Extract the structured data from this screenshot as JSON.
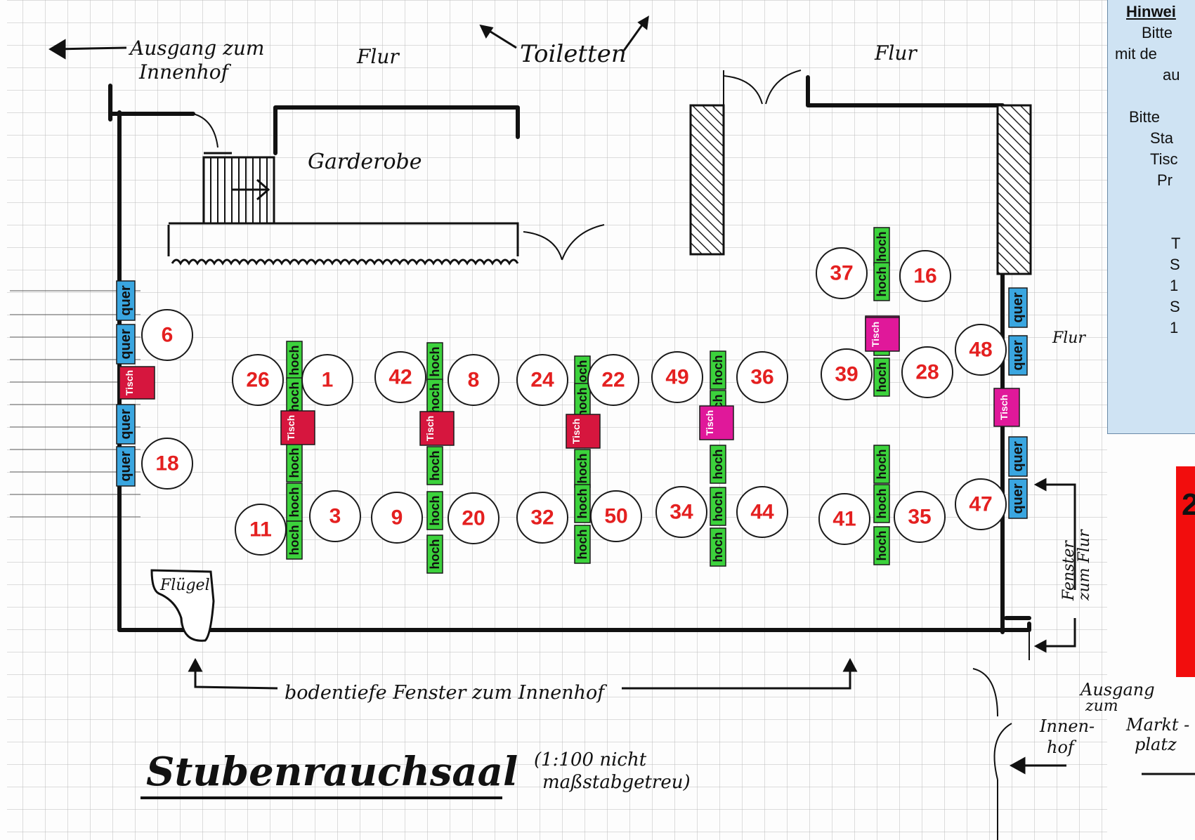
{
  "labels": {
    "exit_courtyard": [
      "Ausgang zum",
      "Innenhof"
    ],
    "flur": "Flur",
    "toilets": "Toiletten",
    "garderobe": "Garderobe",
    "fluegel": "Flügel",
    "windows_courtyard": "bodentiefe Fenster zum Innenhof",
    "windows_flur": [
      "Fenster",
      "zum Flur"
    ],
    "exit_bottom": [
      "Ausgang",
      "zum"
    ],
    "innenhof": [
      "Innen-",
      "hof"
    ],
    "marktplatz": [
      "Markt -",
      "platz"
    ],
    "title": "Stubenrauchsaal",
    "scale_note": [
      "(1:100 nicht",
      "maßstabgetreu)"
    ]
  },
  "furniture_labels": {
    "hoch": "hoch",
    "quer": "quer",
    "tisch": "Tisch"
  },
  "seats": [
    6,
    18,
    26,
    1,
    11,
    3,
    42,
    8,
    9,
    20,
    24,
    22,
    32,
    50,
    49,
    36,
    34,
    44,
    37,
    16,
    39,
    28,
    41,
    35,
    48,
    47
  ],
  "note_box": {
    "heading": "Hinwei",
    "lines": [
      "Bitte",
      "mit de",
      "au",
      "",
      "Bitte",
      "Sta",
      "Tisc",
      "Pr",
      "",
      "",
      "T",
      "S",
      "1",
      "S",
      "1"
    ]
  },
  "red_box": {
    "text": "2"
  },
  "colors": {
    "hoch": "#3cd23c",
    "quer": "#3aa6e0",
    "tisch_red": "#d6163e",
    "tisch_pink": "#e0189a",
    "seat_number": "#e42020",
    "note_bg": "#cfe3f3",
    "red_box": "#f20d0d"
  }
}
